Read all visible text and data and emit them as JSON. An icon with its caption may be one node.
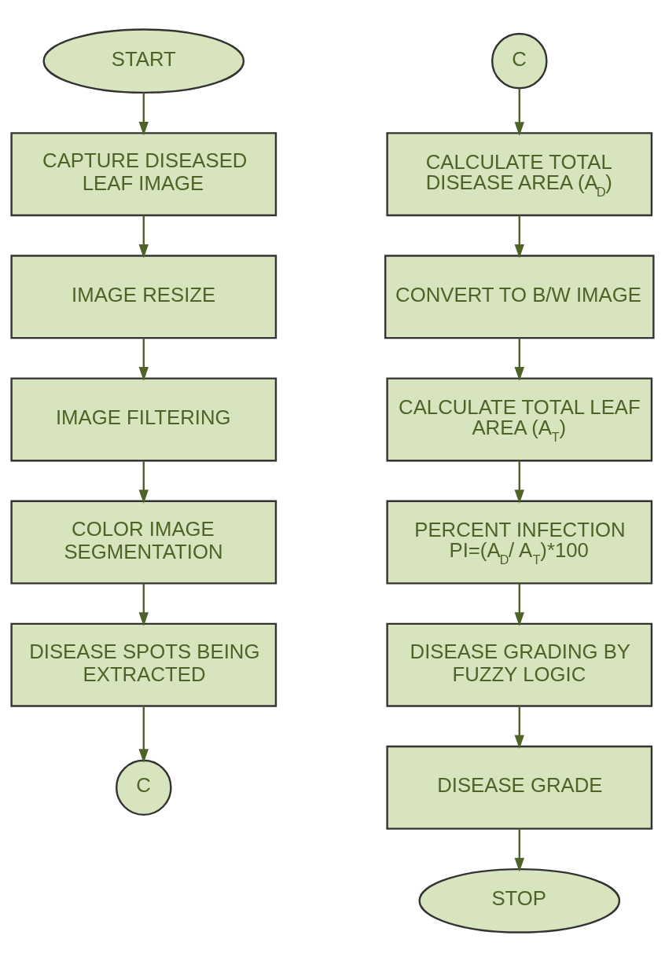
{
  "diagram": {
    "nodes": [
      {
        "text": [
          "START"
        ]
      },
      {
        "text": [
          "CAPTURE DISEASED LEAF IMAGE"
        ]
      },
      {
        "text": [
          "IMAGE RESIZE"
        ]
      },
      {
        "text": [
          "IMAGE FILTERING"
        ]
      },
      {
        "text": [
          "COLOR IMAGE SEGMENTATION"
        ]
      },
      {
        "text": [
          "DISEASE SPOTS BEING EXTRACTED"
        ]
      },
      {
        "text": [
          "C"
        ]
      },
      {
        "text": [
          "C"
        ]
      },
      {
        "text": [
          "CALCULATE TOTAL DISEASE AREA (A$_{D}$)"
        ]
      },
      {
        "text": [
          "CONVERT TO B/W IMAGE"
        ]
      },
      {
        "text": [
          "CALCULATE TOTAL LEAF AREA (A$_{T}$)"
        ]
      },
      {
        "text": [
          "PERCENT INFECTION PI=(A$_{D}$/ A$_{T}$)*100"
        ]
      },
      {
        "text": [
          "DISEASE GRADING BY FUZZY LOGIC"
        ]
      },
      {
        "text": [
          "DISEASE GRADE"
        ]
      },
      {
        "text": [
          "STOP"
        ]
      }
    ],
    "edges": [
      {
        "from": 0,
        "to": 1,
        "arrow": "to"
      },
      {
        "from": 1,
        "to": 2,
        "arrow": "to"
      },
      {
        "from": 2,
        "to": 3,
        "arrow": "to"
      },
      {
        "from": 3,
        "to": 4,
        "arrow": "to"
      },
      {
        "from": 4,
        "to": 5,
        "arrow": "to"
      },
      {
        "from": 5,
        "to": 6,
        "arrow": "to"
      },
      {
        "from": 7,
        "to": 8,
        "arrow": "to"
      },
      {
        "from": 8,
        "to": 9,
        "arrow": "to"
      },
      {
        "from": 9,
        "to": 10,
        "arrow": "to"
      },
      {
        "from": 10,
        "to": 11,
        "arrow": "to"
      },
      {
        "from": 11,
        "to": 12,
        "arrow": "to"
      },
      {
        "from": 12,
        "to": 13,
        "arrow": "to"
      },
      {
        "from": 13,
        "to": 14,
        "arrow": "to"
      }
    ]
  }
}
